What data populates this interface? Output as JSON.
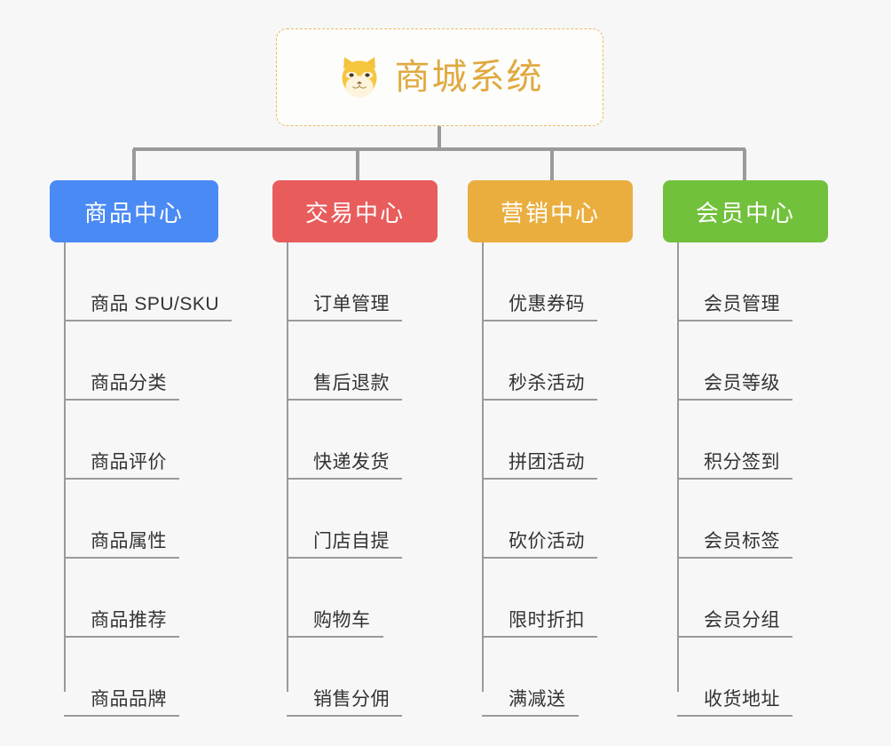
{
  "canvas": {
    "background": "#f7f7f7",
    "connector_color": "#9a9a9a"
  },
  "root": {
    "title": "商城系统",
    "icon": "shiba-dog-face-icon",
    "icon_glyph": "🐕",
    "border_color": "#e8b964",
    "text_color": "#e0a93f",
    "background": "#fdfdfc"
  },
  "categories": [
    {
      "label": "商品中心",
      "color": "#4a8af4",
      "items": [
        "商品 SPU/SKU",
        "商品分类",
        "商品评价",
        "商品属性",
        "商品推荐",
        "商品品牌"
      ]
    },
    {
      "label": "交易中心",
      "color": "#e85c5c",
      "items": [
        "订单管理",
        "售后退款",
        "快递发货",
        "门店自提",
        "购物车",
        "销售分佣"
      ]
    },
    {
      "label": "营销中心",
      "color": "#eaae3f",
      "items": [
        "优惠券码",
        "秒杀活动",
        "拼团活动",
        "砍价活动",
        "限时折扣",
        "满减送"
      ]
    },
    {
      "label": "会员中心",
      "color": "#72c13c",
      "items": [
        "会员管理",
        "会员等级",
        "积分签到",
        "会员标签",
        "会员分组",
        "收货地址"
      ]
    }
  ]
}
